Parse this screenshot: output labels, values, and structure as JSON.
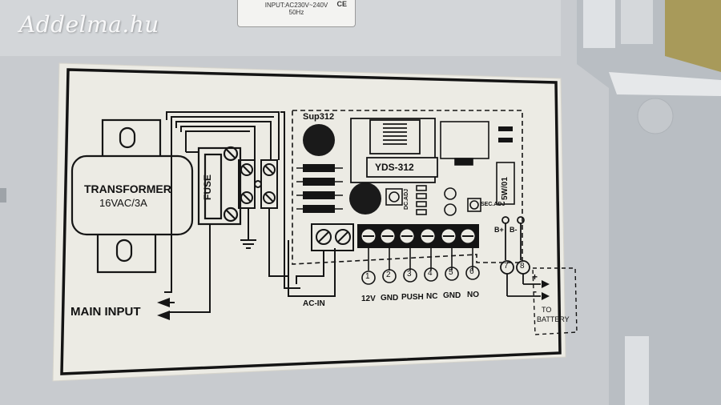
{
  "watermark": "Addelma.hu",
  "rating_tag": {
    "input_line": "INPUT:AC230V~240V",
    "freq_line": "50Hz",
    "mark": "CE"
  },
  "label": {
    "transformer_title": "TRANSFORMER",
    "transformer_rating": "16VAC/3A",
    "fuse": "FUSE",
    "module_a": "Sup312",
    "module_b": "YDS-312",
    "dc_adj": "DC.ADJ",
    "sec_adj": "SEC.ADJ",
    "resistor": "5W/01",
    "b_plus": "B+",
    "b_minus": "B-",
    "ac_in": "AC-IN",
    "main_input": "MAIN INPUT",
    "to": "TO",
    "battery": "BATTERY",
    "plus_sign": "+",
    "minus_sign": "-"
  },
  "terminals": [
    {
      "num": "1",
      "name": "12V"
    },
    {
      "num": "2",
      "name": "GND"
    },
    {
      "num": "3",
      "name": "PUSH"
    },
    {
      "num": "4",
      "name": "NC"
    },
    {
      "num": "5",
      "name": "GND"
    },
    {
      "num": "6",
      "name": "NO"
    }
  ],
  "battery_terminals": [
    "7",
    "8"
  ],
  "colors": {
    "enclosure": "#c9cccf",
    "sticker": "#eceae2",
    "ink": "#111111"
  }
}
